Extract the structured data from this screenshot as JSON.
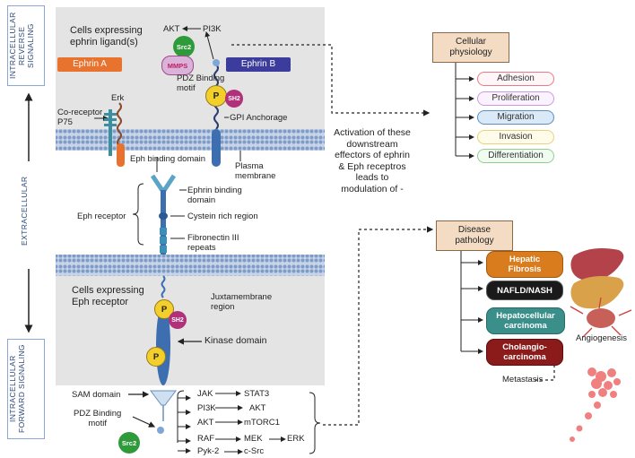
{
  "side_labels": {
    "reverse": "INTRACELLULAR\nREVERSE\nSIGNALING",
    "extracellular": "EXTRACELLULAR",
    "forward": "INTRACELLULAR\nFORWARD\nSIGNALING"
  },
  "top_cell": {
    "title": "Cells expressing\nephrin ligand(s)",
    "ephrin_a": "Ephrin A",
    "ephrin_b": "Ephrin B",
    "akt": "AKT",
    "pi3k": "PI3K",
    "src2": "Src2",
    "mmps": "MMPS",
    "pdz": "PDZ Binding\nmotif",
    "p": "P",
    "sh2": "SH2",
    "gpi": "GPI Anchorage",
    "erk": "Erk",
    "coreceptor": "Co-receptor\nP75",
    "eph_binding_domain": "Eph binding domain",
    "plasma_membrane": "Plasma\nmembrane"
  },
  "receptor": {
    "ephrin_binding": "Ephrin binding\ndomain",
    "cystein": "Cystein rich region",
    "fibronectin": "Fibronectin III\nrepeats",
    "eph_receptor": "Eph receptor"
  },
  "bottom_cell": {
    "title": "Cells expressing\nEph receptor",
    "juxta": "Juxtamembrane\nregion",
    "kinase": "Kinase domain",
    "p": "P",
    "sh2": "SH2",
    "sam": "SAM domain",
    "pdz": "PDZ Binding\nmotif",
    "src2": "Src2"
  },
  "pathways": [
    {
      "a": "JAK",
      "b": "STAT3"
    },
    {
      "a": "PI3K",
      "b": "AKT"
    },
    {
      "a": "AKT",
      "b": "mTORC1"
    },
    {
      "a": "RAF",
      "b": "MEK",
      "c": "ERK"
    },
    {
      "a": "Pyk-2",
      "b": "c-Src"
    }
  ],
  "middle_text": "Activation of these\ndownstream\neffectors of ephrin\n& Eph receptros\nleads to\nmodulation of -",
  "physiology": {
    "header": "Cellular\nphysiology",
    "items": [
      "Adhesion",
      "Proliferation",
      "Migration",
      "Invasion",
      "Differentiation"
    ]
  },
  "disease": {
    "header": "Disease\npathology",
    "items": [
      "Hepatic\nFibrosis",
      "NAFLD/NASH",
      "Hepatocellular\ncarcinoma",
      "Cholangio-\ncarcinoma"
    ],
    "angiogenesis": "Angiogenesis",
    "metastasis": "Metastasis"
  },
  "colors": {
    "ephrin_a": "#e8732e",
    "ephrin_b": "#3c3c9c",
    "phys_adhesion": "#e67a8a",
    "phys_proliferation": "#c89ae0",
    "phys_migration": "#5a8fc0",
    "phys_invasion": "#e8d27a",
    "phys_differentiation": "#8fcf8f",
    "dis_fibrosis": "#d97c1e",
    "dis_nafld": "#1a1a1a",
    "dis_hcc": "#3a8f8a",
    "dis_cca": "#8b1a1a"
  }
}
